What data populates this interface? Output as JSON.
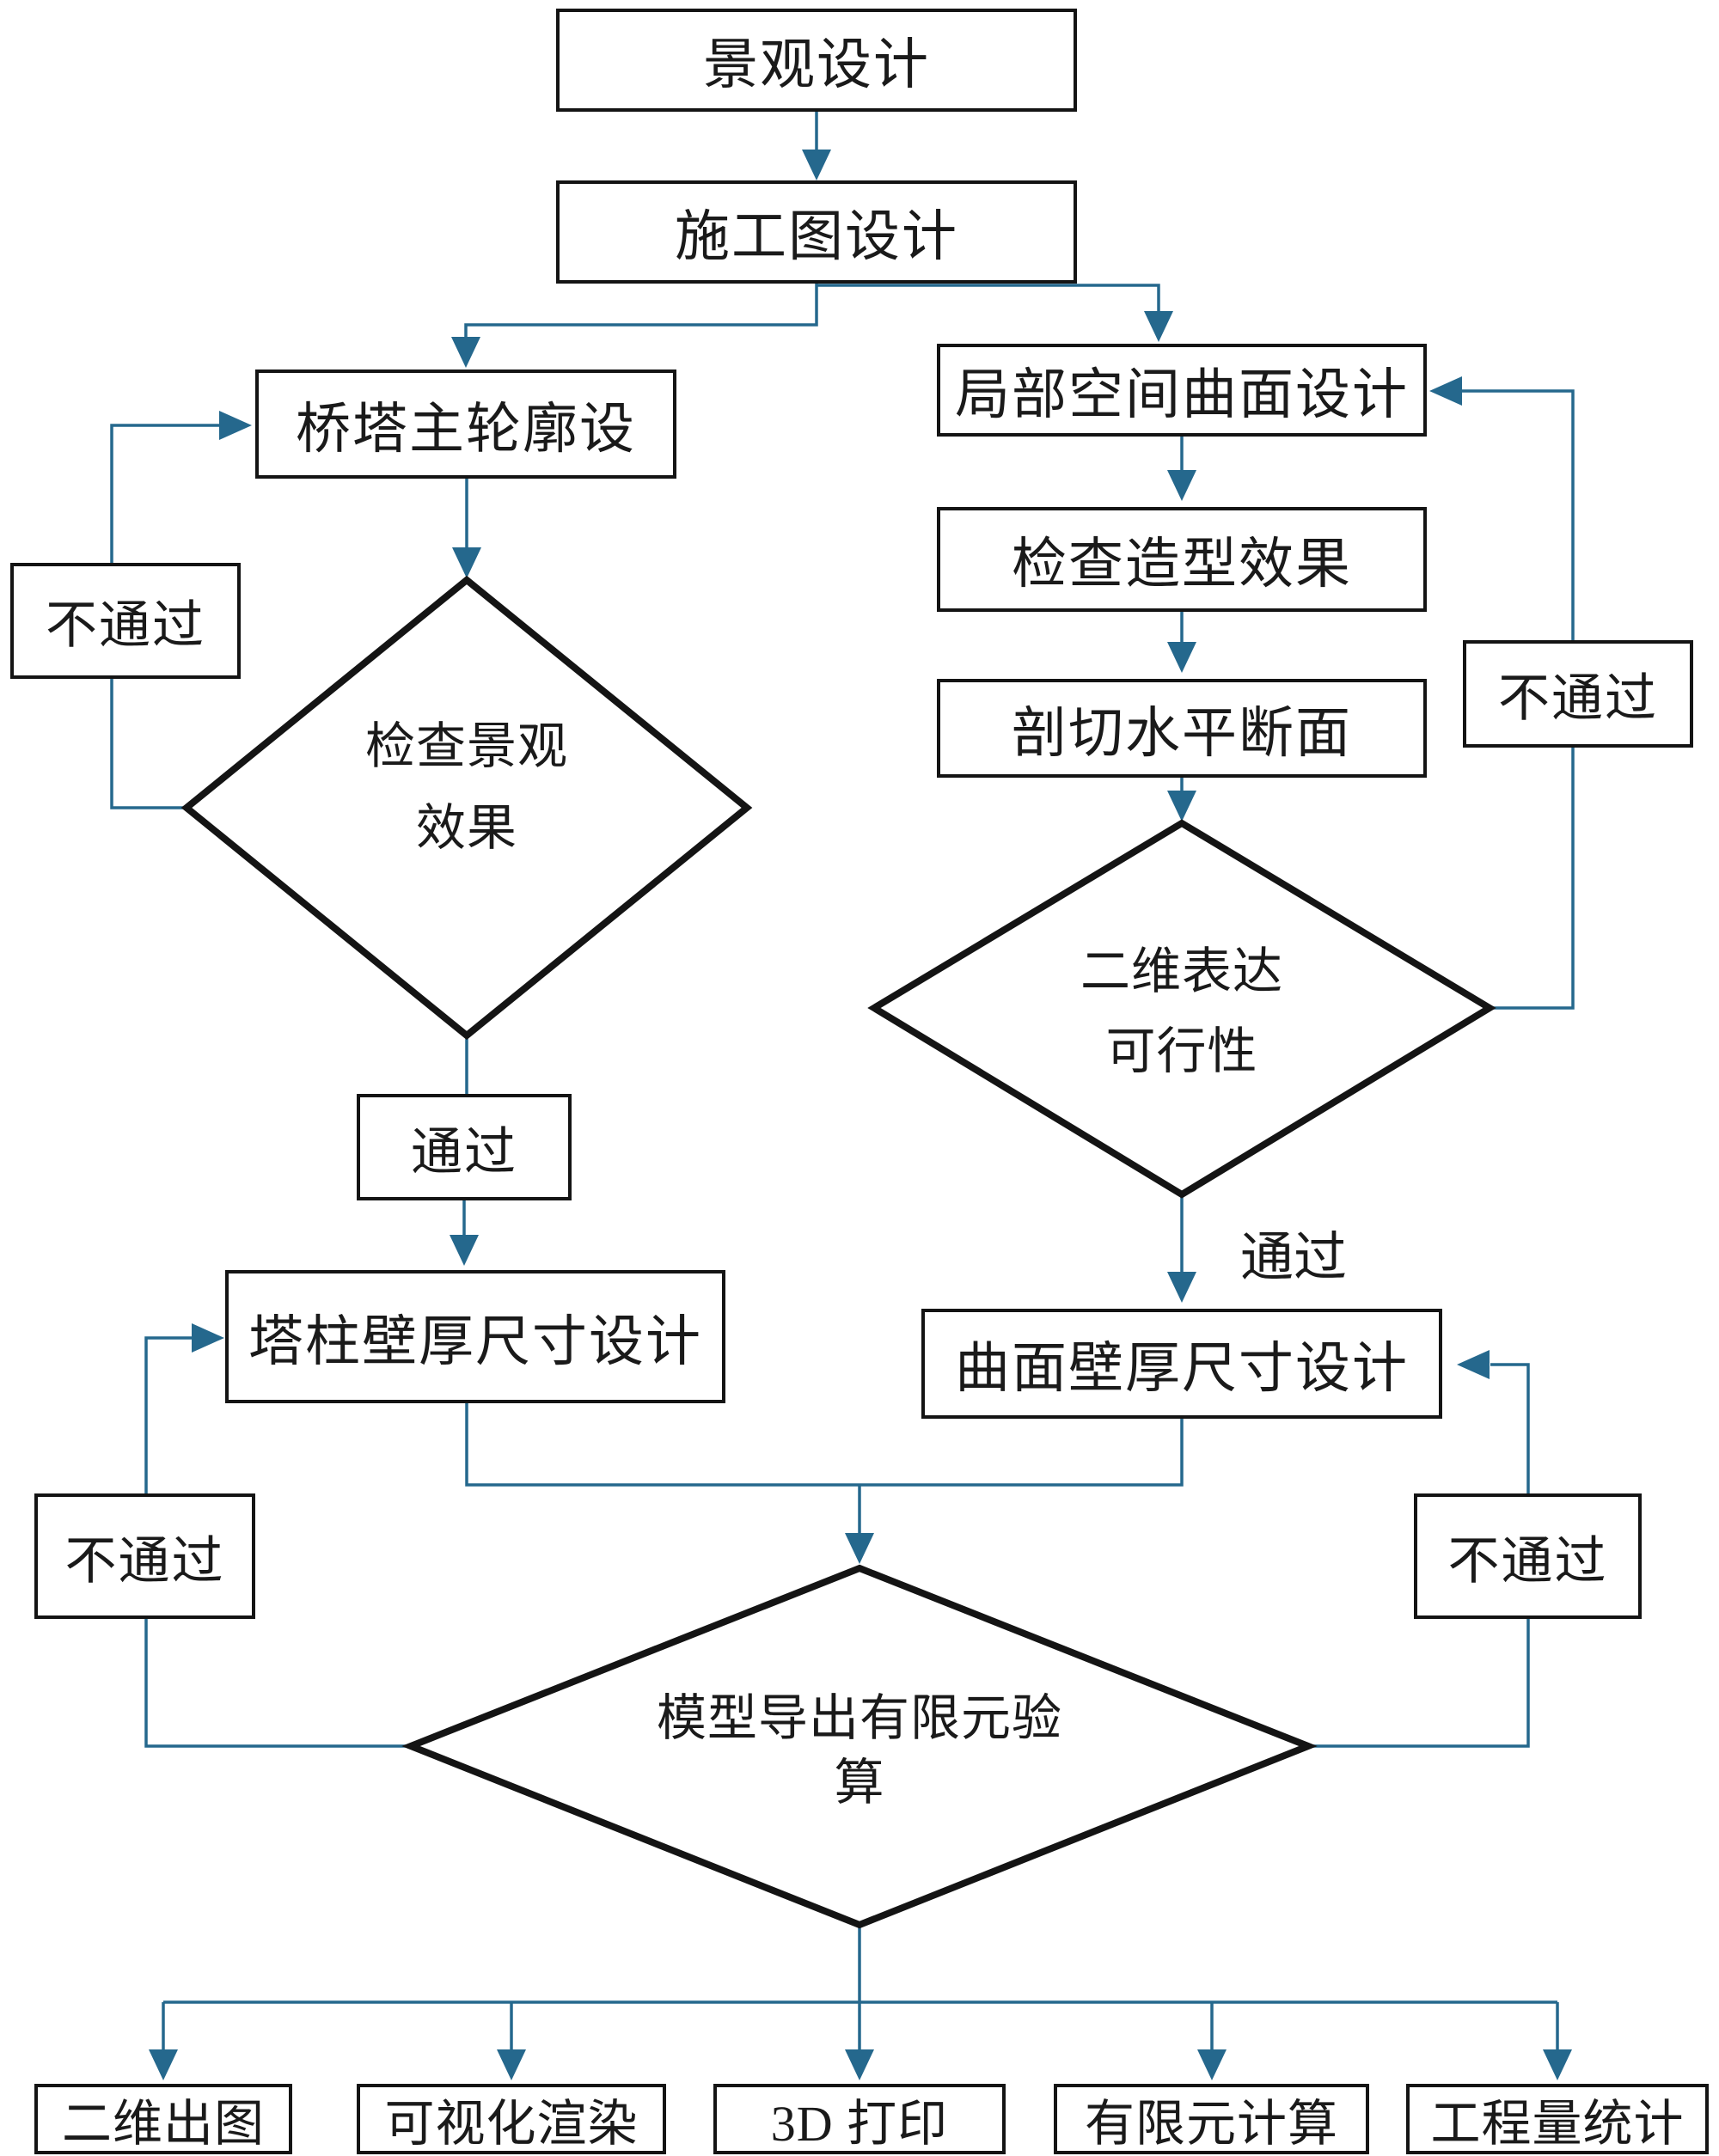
{
  "colors": {
    "line": "#25688D",
    "border": "#141414",
    "text": "#1a1a1a",
    "background": "#ffffff"
  },
  "nodes": {
    "landscape_design": "景观设计",
    "construction_drawing": "施工图设计",
    "tower_outline": "桥塔主轮廓设",
    "local_surface_design": "局部空间曲面设计",
    "check_shape_effect": "检查造型效果",
    "section_horizontal_cut": "剖切水平断面",
    "fail_top_left": "不通过",
    "fail_top_right": "不通过",
    "pass_left": "通过",
    "pass_right": "通过",
    "tower_wall_design": "塔柱壁厚尺寸设计",
    "surface_wall_design": "曲面壁厚尺寸设计",
    "fail_bottom_left": "不通过",
    "fail_bottom_right": "不通过",
    "output_2d_drawing": "二维出图",
    "output_visual_render": "可视化渲染",
    "output_3d_print": "3D 打印",
    "output_fem_calc": "有限元计算",
    "output_quantity_stat": "工程量统计"
  },
  "diamonds": {
    "check_landscape": {
      "lines": [
        "检查景观",
        "效果"
      ]
    },
    "feasibility_2d": {
      "lines": [
        "二维表达",
        "可行性"
      ]
    },
    "fem_verification": {
      "lines": [
        "模型导出有限元验",
        "算"
      ]
    }
  }
}
